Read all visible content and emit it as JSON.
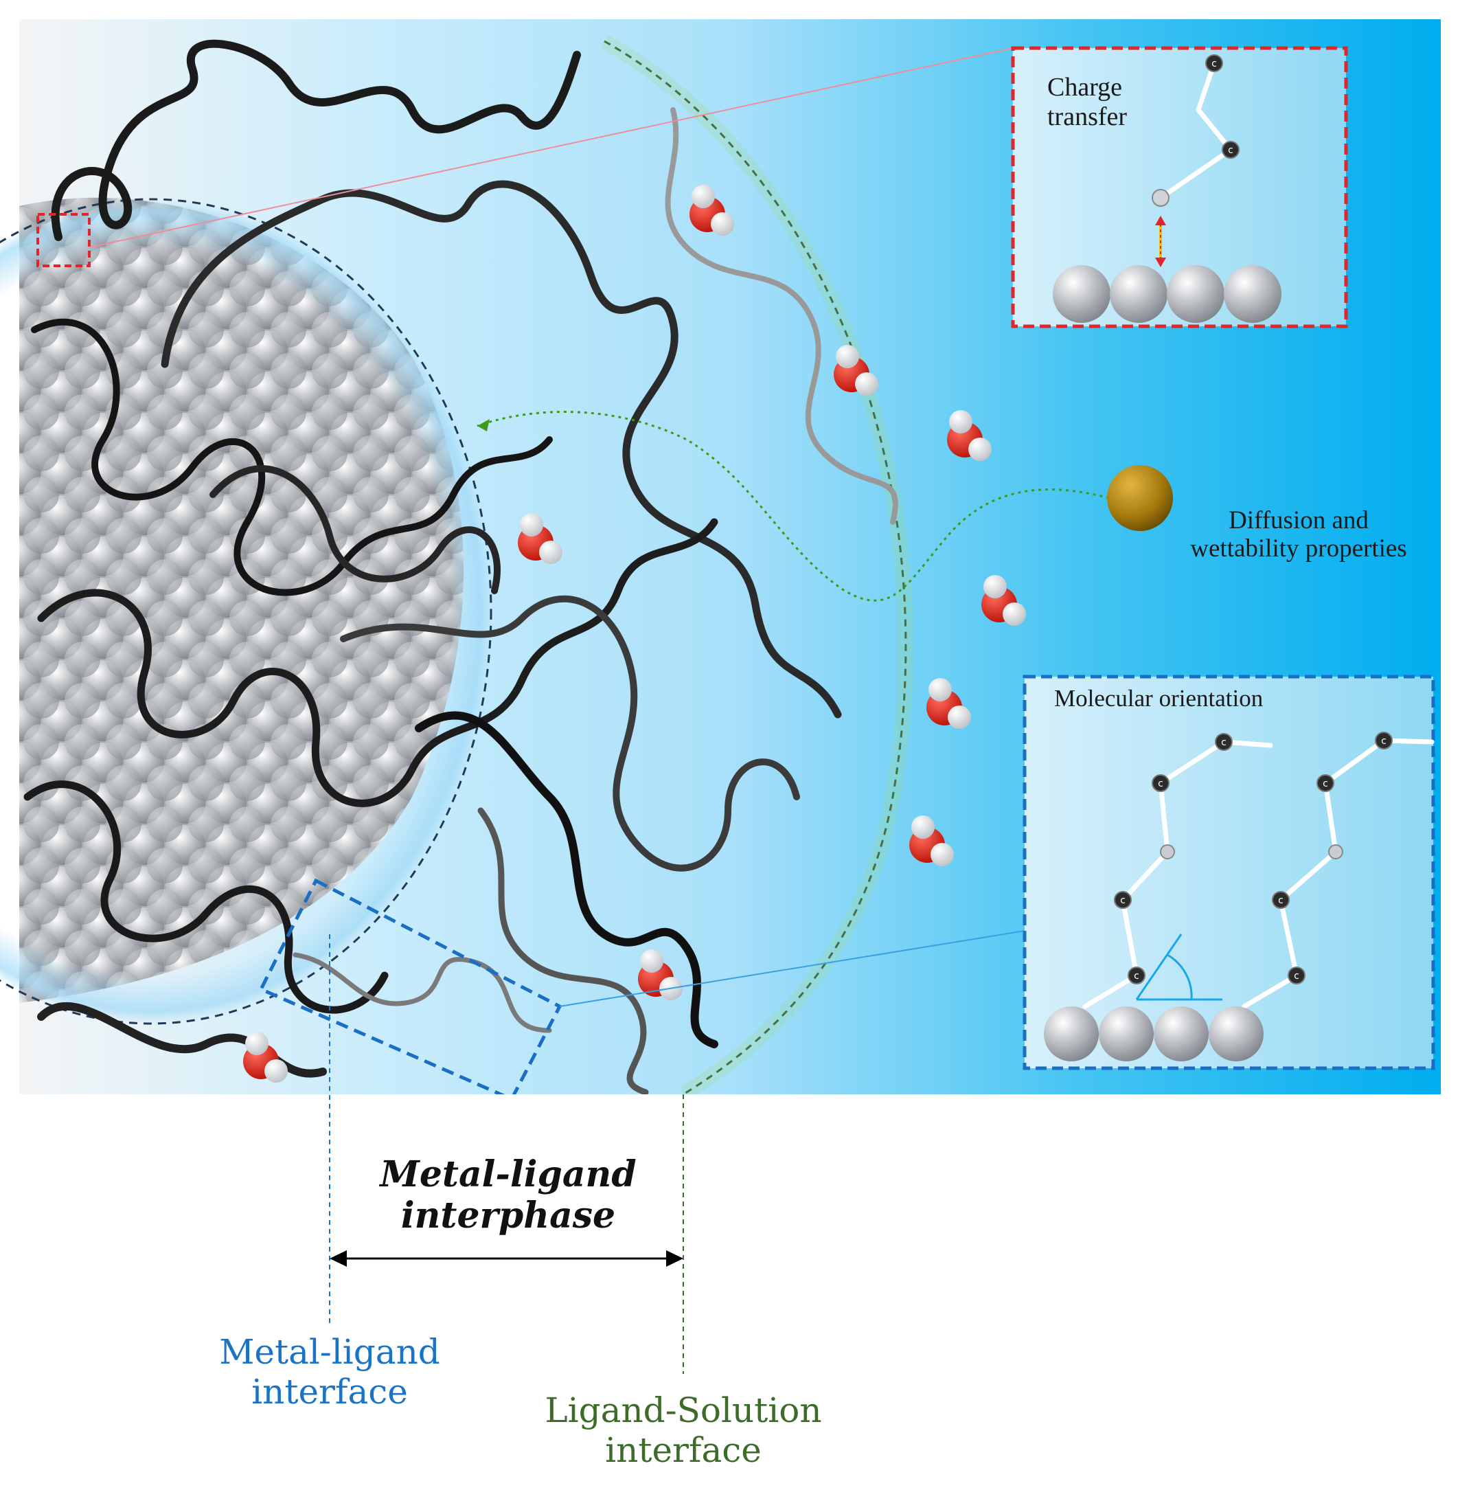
{
  "panels": {
    "charge": {
      "line1": "Charge",
      "line2": "transfer"
    },
    "diffusion": {
      "line1": "Diffusion and",
      "line2": "wettability properties"
    },
    "orientation": {
      "label": "Molecular orientation"
    }
  },
  "atom_label": "c",
  "bottom": {
    "interphase_line1": "Metal-ligand",
    "interphase_line2": "interphase",
    "metal_interface_line1": "Metal-ligand",
    "metal_interface_line2": "interface",
    "solution_interface_line1": "Ligand-Solution",
    "solution_interface_line2": "interface"
  },
  "colors": {
    "metal_interface": "#1a73c4",
    "solution_interface": "#3d6b2a",
    "charge_box": "#e0262a",
    "orientation_box": "#1a6fc4",
    "background_light": "#f2f4f6",
    "background_dark": "#00adef"
  }
}
